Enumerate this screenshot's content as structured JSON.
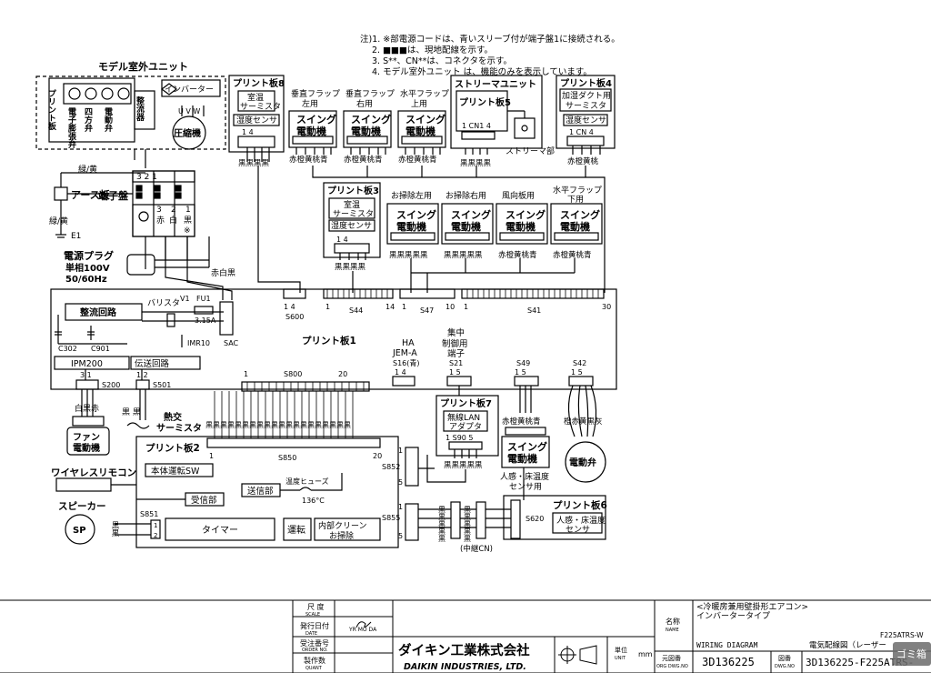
{
  "notes": {
    "n1": "注)1. ※部電源コードは、青いスリーブ付が端子盤1に接続される。",
    "n2": "2. ■■■は、現地配線を示す。",
    "n3": "3. S**、CN**は、コネクタを示す。",
    "n4": "4. モデル室外ユニット は、機能のみを表示しています。"
  },
  "outdoor": {
    "title": "モデル室外ユニット",
    "board": "プリント板",
    "comp1": "電子膨張弁",
    "comp2": "四方弁",
    "comp3": "電動弁",
    "rectifier": "整流器",
    "inverter": "インバーター",
    "uvw": "U V W",
    "compressor": "圧縮機"
  },
  "terminal": {
    "title": "端子盤",
    "top_nums": "3 2 1",
    "n3": "3",
    "n2": "2",
    "n1": "1",
    "c3": "赤",
    "c2": "白",
    "c1": "黒",
    "mark": "※",
    "earth_title": "アース板",
    "earth_color": "緑/黄",
    "earth_color2": "緑/黄",
    "e1": "E1",
    "plug": "電源プラグ",
    "plug_spec": "単相100V",
    "plug_hz": "50/60Hz",
    "cable": "赤白黒"
  },
  "board8": {
    "title": "プリント板8",
    "sub1": "室温",
    "sub2": "サーミスタ",
    "sensor": "湿度センサ",
    "pins": "1    4",
    "colors": "黒黒黒黒"
  },
  "flaps": [
    {
      "label1": "垂直フラップ",
      "label2": "左用",
      "motor1": "スイング",
      "motor2": "電動機",
      "colors": "赤橙黄桃青"
    },
    {
      "label1": "垂直フラップ",
      "label2": "右用",
      "motor1": "スイング",
      "motor2": "電動機",
      "colors": "赤橙黄桃青"
    },
    {
      "label1": "水平フラップ",
      "label2": "上用",
      "motor1": "スイング",
      "motor2": "電動機",
      "colors": "赤橙黄桃青"
    }
  ],
  "streamer": {
    "title": "ストリーマユニット",
    "board": "プリント板5",
    "cn": "1 CN1 4",
    "part": "ストリーマ部",
    "colors": "黒黒黒黒"
  },
  "board4": {
    "title": "プリント板4",
    "sub1": "加湿ダクト用",
    "sub2": "サーミスタ",
    "sensor": "湿度センサ",
    "cn": "1 CN 4",
    "colors": "赤橙黄桃"
  },
  "board3": {
    "title": "プリント板3",
    "sub1": "室温",
    "sub2": "サーミスタ",
    "sensor": "湿度センサ",
    "pins": "1    4",
    "colors": "黒黒黒黒"
  },
  "cleaners": [
    {
      "label": "お掃除左用",
      "motor1": "スイング",
      "motor2": "電動機",
      "colors": "黒黒黒黒黒"
    },
    {
      "label": "お掃除右用",
      "motor1": "スイング",
      "motor2": "電動機",
      "colors": "黒黒黒黒黒"
    },
    {
      "label": "風向板用",
      "motor1": "スイング",
      "motor2": "電動機",
      "colors": "赤橙黄桃青"
    },
    {
      "label": "水平フラップ",
      "label2": "下用",
      "motor1": "スイング",
      "motor2": "電動機",
      "colors": "赤橙黄桃青"
    }
  ],
  "board1": {
    "title": "プリント板1",
    "rectifier": "整流回路",
    "varistor": "バリスタ",
    "v1": "V1",
    "fu1": "FU1",
    "fuse": "3.15A",
    "c302": "C302",
    "c901": "C901",
    "imr10": "IMR10",
    "sac": "SAC",
    "ipm": "IPM200",
    "transmission": "伝送回路",
    "s600": "S600",
    "s600pins": "1  4",
    "s44": "S44",
    "s44a": "1",
    "s44b": "14",
    "s47": "S47",
    "s47a": "1",
    "s47b": "10",
    "s41": "S41",
    "s41a": "1",
    "s41b": "30",
    "ha1": "HA",
    "ha2": "JEM-A",
    "s16": "S16(青)",
    "s16pins": "1    4",
    "central1": "集中",
    "central2": "制御用",
    "central3": "端子",
    "s21": "S21",
    "s21pins": "1    5",
    "s49": "S49",
    "s49pins": "1    5",
    "s42": "S42",
    "s42pins": "1    5",
    "s200": "S200",
    "s200pins": "3  1",
    "s501": "S501",
    "s501pins": "1 2",
    "s800": "S800",
    "s800a": "1",
    "s800b": "20"
  },
  "fan": {
    "colors": "白黒赤",
    "m1": "ファン",
    "m2": "電動機"
  },
  "thermistor": {
    "colors": "黒  黒",
    "l1": "熱交",
    "l2": "サーミスタ"
  },
  "board7": {
    "title": "プリント板7",
    "l1": "無線LAN",
    "l2": "アダプタ",
    "s90": "1  S90  5",
    "colors": "黒黒黒黒黒"
  },
  "swing7": {
    "colors": "赤橙黄桃青",
    "m1": "スイング",
    "m2": "電動機",
    "s1": "人感・床温度",
    "s2": "センサ用"
  },
  "valve": {
    "colors": "橙赤黄黒灰",
    "label": "電動弁"
  },
  "board2": {
    "title": "プリント板2",
    "colors": "黒黒黒黒黒黒黒黒黒黒黒黒黒黒黒黒黒黒黒黒",
    "s850": "S850",
    "s850a": "1",
    "s850b": "20",
    "sw": "本体運転SW",
    "receiver": "受信部",
    "sender": "送信部",
    "fuse": "温度ヒューズ",
    "fuse_temp": "136°C",
    "timer": "タイマー",
    "run": "運転",
    "clean1": "内部クリーン",
    "clean2": "お掃除",
    "s851": "S851",
    "s852": "S852",
    "s852a": "1",
    "s852b": "5",
    "s855": "S855",
    "s855a": "1",
    "s855b": "5"
  },
  "remote": {
    "label": "ワイヤレスリモコン"
  },
  "speaker": {
    "label": "スピーカー",
    "sp": "SP",
    "colors": "黒黒",
    "p1": "1",
    "p2": "2"
  },
  "relay": {
    "colors1": "黒黒黒黒黒",
    "colors2": "黒黒黒黒黒",
    "label": "(中継CN)"
  },
  "board6": {
    "title": "プリント板6",
    "s620": "S620",
    "l1": "人感・床温度",
    "l2": "センサ"
  },
  "titleblock": {
    "scale_j": "尺 度",
    "scale_e": "SCALE",
    "date_j": "発行日付",
    "date_e": "DATE",
    "date_v": "YR  MO  DA",
    "order_j": "受注番号",
    "order_e": "ORDER NO.",
    "qty_j": "製作数",
    "qty_e": "QUANT",
    "company_j": "ダイキン工業株式会社",
    "company_e": "DAIKIN INDUSTRIES, LTD.",
    "unit_j": "単位",
    "unit_e": "UNIT",
    "unit_v": "mm",
    "name_j": "名称",
    "name_e": "NAME",
    "name_v1": "<冷暖房兼用壁掛形エアコン>",
    "name_v2": "インバータータイプ",
    "model": "F225ATRS-W",
    "wiring_e": "WIRING DIAGRAM",
    "wiring_j": "電気配線図（レーザー",
    "orig_j": "元図番",
    "orig_e": "ORG DWG.NO",
    "orig_v": "3D136225",
    "dwg_j": "図番",
    "dwg_e": "DWG.NO",
    "dwg_v": "3D136225-F225ATRS-"
  },
  "trash": {
    "label": "ゴミ箱"
  }
}
